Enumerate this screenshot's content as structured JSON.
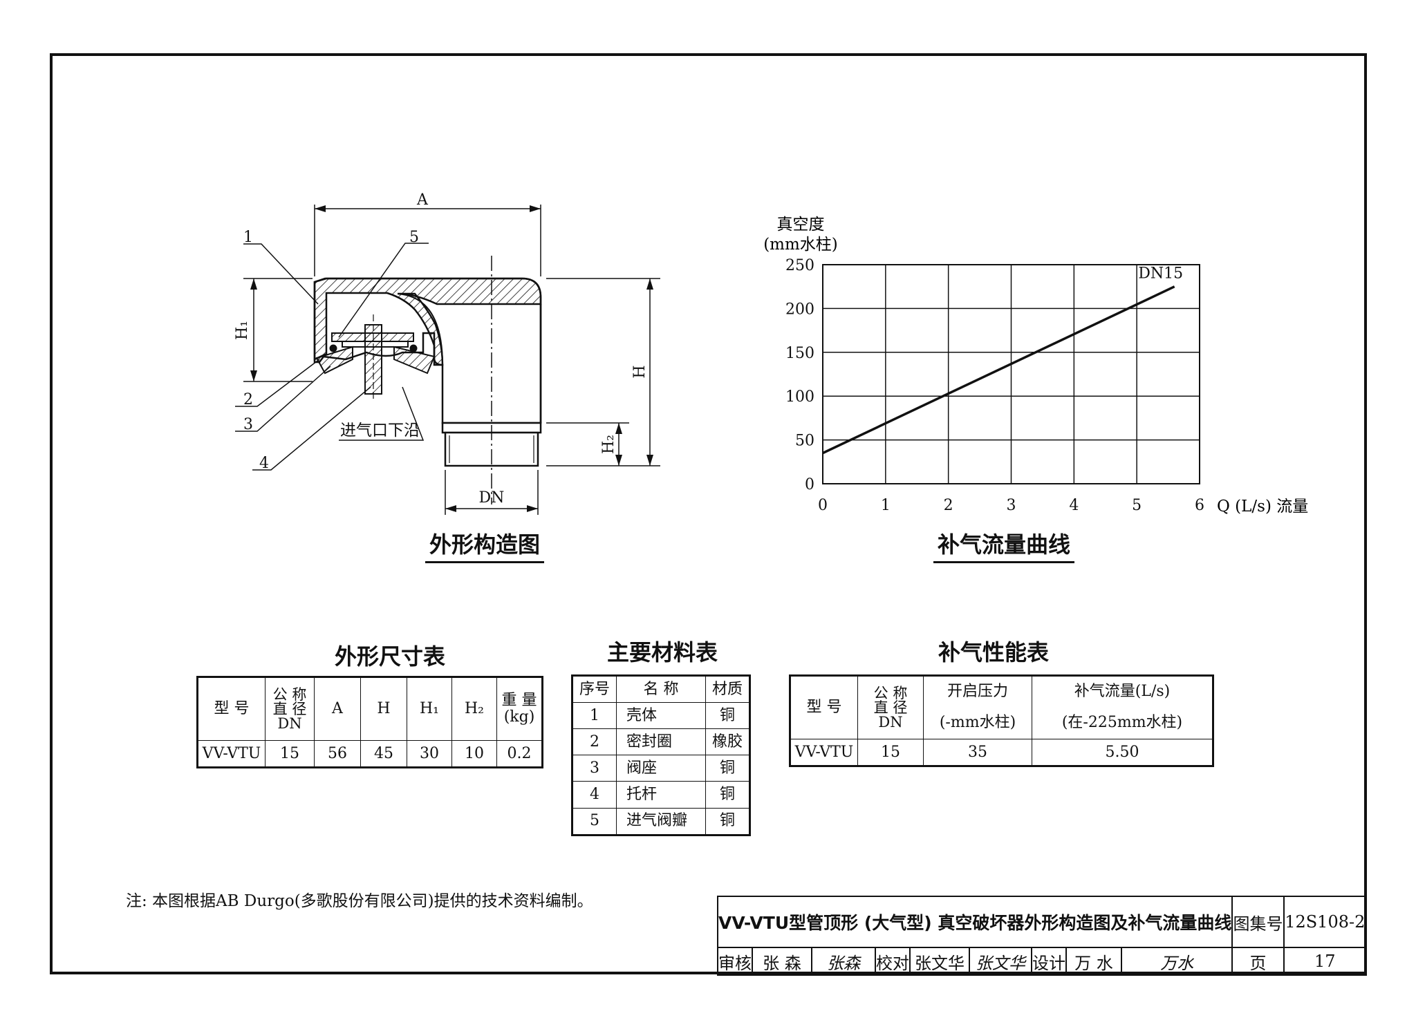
{
  "drawing": {
    "callouts": [
      "1",
      "5",
      "2",
      "3",
      "4"
    ],
    "dim_labels": {
      "a": "A",
      "h": "H",
      "h1": "H₁",
      "h2": "H₂",
      "dn": "DN"
    },
    "inlet_label": "进气口下沿",
    "caption": "外形构造图"
  },
  "chart_data": {
    "type": "line",
    "title": "补气流量曲线",
    "ylabel_line1": "真空度",
    "ylabel_line2": "(mm水柱)",
    "xlabel": "Q (L/s) 流量",
    "xlim": [
      0,
      6
    ],
    "ylim": [
      0,
      250
    ],
    "x_ticks": [
      "0",
      "1",
      "2",
      "3",
      "4",
      "5",
      "6"
    ],
    "y_ticks": [
      "0",
      "50",
      "100",
      "150",
      "200",
      "250"
    ],
    "grid": true,
    "series": [
      {
        "name": "DN15",
        "x": [
          0,
          5.6
        ],
        "y": [
          35,
          225
        ]
      }
    ]
  },
  "dim_table": {
    "title": "外形尺寸表",
    "headers": [
      "型 号",
      "公 称\n直 径\nDN",
      "A",
      "H",
      "H₁",
      "H₂",
      "重 量\n(kg)"
    ],
    "row": [
      "VV-VTU",
      "15",
      "56",
      "45",
      "30",
      "10",
      "0.2"
    ]
  },
  "material_table": {
    "title": "主要材料表",
    "headers": [
      "序号",
      "名 称",
      "材质"
    ],
    "rows": [
      [
        "1",
        "壳体",
        "铜"
      ],
      [
        "2",
        "密封圈",
        "橡胶"
      ],
      [
        "3",
        "阀座",
        "铜"
      ],
      [
        "4",
        "托杆",
        "铜"
      ],
      [
        "5",
        "进气阀瓣",
        "铜"
      ]
    ]
  },
  "perf_table": {
    "title": "补气性能表",
    "col_model": "型 号",
    "col_dn": "公 称\n直 径\nDN",
    "col_pressure_1": "开启压力",
    "col_pressure_2": "(-mm水柱)",
    "col_flow_1": "补气流量(L/s)",
    "col_flow_2": "(在-225mm水柱)",
    "row": [
      "VV-VTU",
      "15",
      "35",
      "5.50"
    ]
  },
  "note": "注: 本图根据AB Durgo(多歌股份有限公司)提供的技术资料编制。",
  "title_block": {
    "title": "VV-VTU型管顶形 (大气型) 真空破坏器外形构造图及补气流量曲线",
    "atlas_label": "图集号",
    "atlas_no": "12S108-2",
    "review_label": "审核",
    "review_name": "张 森",
    "review_sig": "张森",
    "check_label": "校对",
    "check_name": "张文华",
    "check_sig": "张文华",
    "design_label": "设计",
    "design_name": "万 水",
    "design_sig": "万水",
    "page_label": "页",
    "page_no": "17"
  }
}
